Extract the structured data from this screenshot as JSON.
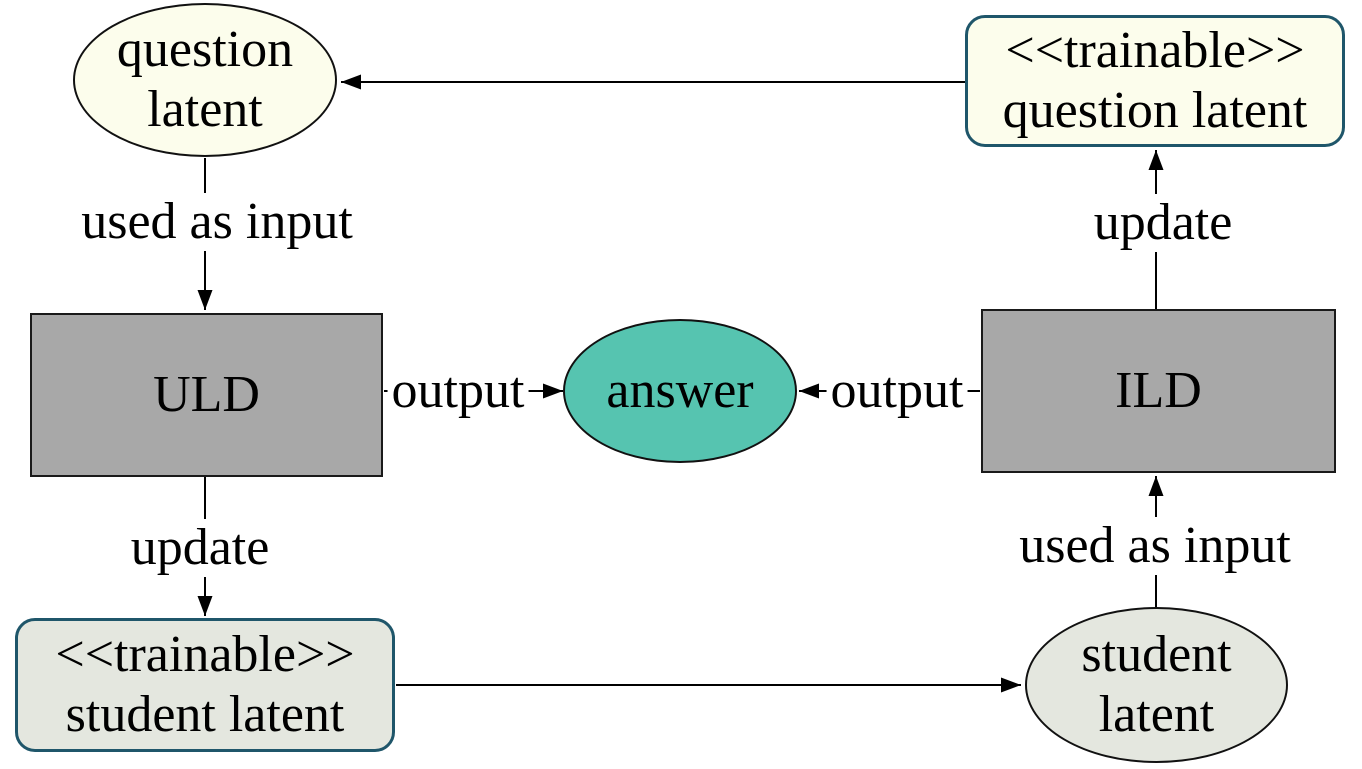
{
  "diagram": {
    "nodes": {
      "question_latent": {
        "line1": "question",
        "line2": "latent",
        "shape": "ellipse",
        "fill": "#fcfdec"
      },
      "trainable_question_latent": {
        "line1": "<<trainable>>",
        "line2": "question latent",
        "shape": "rounded-rect",
        "fill": "#fcfdec",
        "border": "#1f566a"
      },
      "uld": {
        "label": "ULD",
        "shape": "rect",
        "fill": "#a8a8a8"
      },
      "answer": {
        "label": "answer",
        "shape": "ellipse",
        "fill": "#56c4b0"
      },
      "ild": {
        "label": "ILD",
        "shape": "rect",
        "fill": "#a8a8a8"
      },
      "trainable_student_latent": {
        "line1": "<<trainable>>",
        "line2": "student latent",
        "shape": "rounded-rect",
        "fill": "#e4e7df",
        "border": "#1f566a"
      },
      "student_latent": {
        "line1": "student",
        "line2": "latent",
        "shape": "ellipse",
        "fill": "#e4e7df"
      }
    },
    "edge_labels": {
      "used_as_input_left": "used as input",
      "update_right": "update",
      "output_left": "output",
      "output_right": "output",
      "update_left": "update",
      "used_as_input_right": "used as input"
    },
    "edges": [
      {
        "from": "trainable_question_latent",
        "to": "question_latent",
        "label": ""
      },
      {
        "from": "question_latent",
        "to": "uld",
        "label": "used as input"
      },
      {
        "from": "uld",
        "to": "answer",
        "label": "output"
      },
      {
        "from": "ild",
        "to": "answer",
        "label": "output"
      },
      {
        "from": "ild",
        "to": "trainable_question_latent",
        "label": "update"
      },
      {
        "from": "uld",
        "to": "trainable_student_latent",
        "label": "update"
      },
      {
        "from": "trainable_student_latent",
        "to": "student_latent",
        "label": ""
      },
      {
        "from": "student_latent",
        "to": "ild",
        "label": "used as input"
      }
    ],
    "colors": {
      "background": "#ffffff",
      "cream_fill": "#fcfdec",
      "gray_fill": "#a8a8a8",
      "pale_green_fill": "#e4e7df",
      "teal_fill": "#56c4b0",
      "dark_teal_border": "#1f566a",
      "line": "#000000"
    }
  }
}
